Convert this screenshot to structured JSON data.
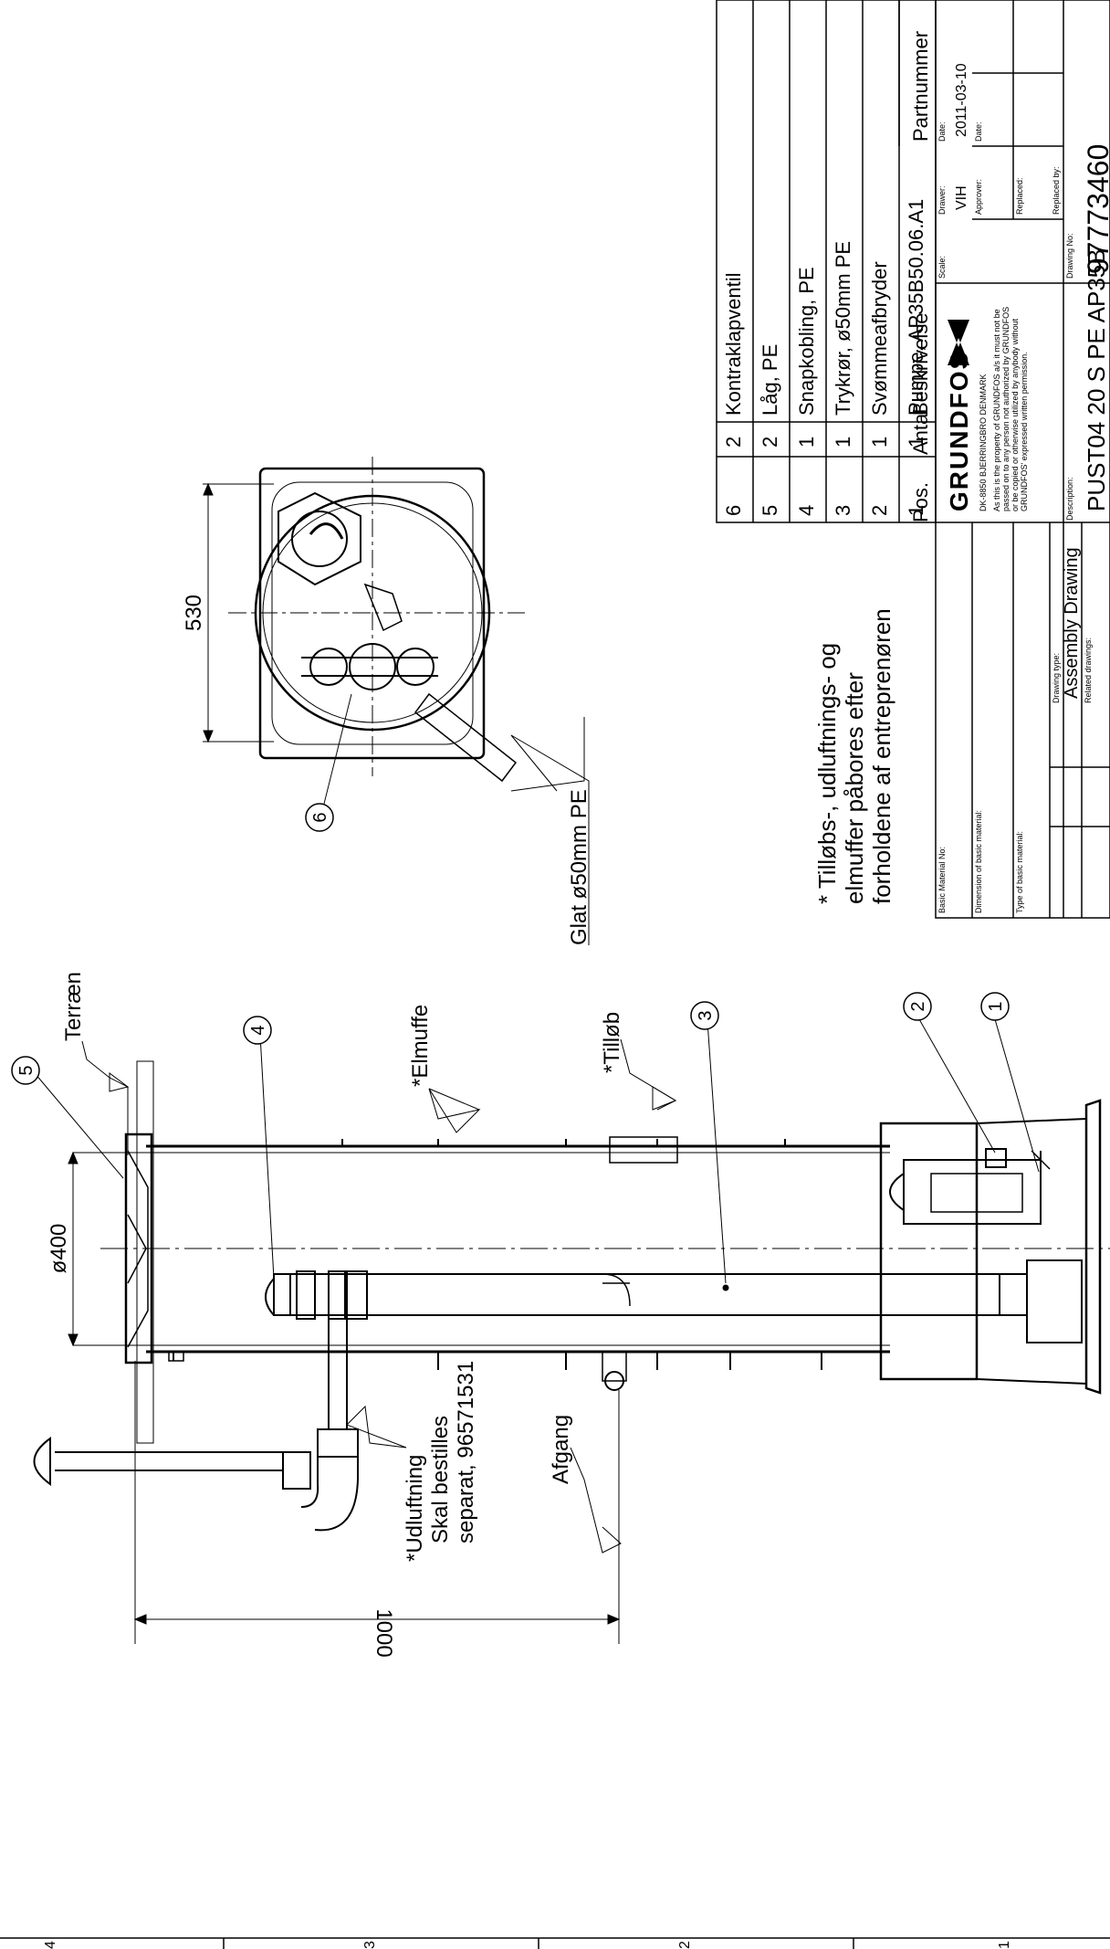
{
  "drawing": {
    "callouts": {
      "c1": "1",
      "c2": "2",
      "c3": "3",
      "c4": "4",
      "c5": "5",
      "c6": "6"
    },
    "labels": {
      "terraen": "Terræn",
      "elmuffe": "*Elmuffe",
      "tillob": "*Tilløb",
      "afgang": "Afgang",
      "udluftning_1": "*Udluftning",
      "udluftning_2": "Skal bestilles",
      "udluftning_3": "separat, 96571531",
      "glat": "Glat ø50mm PE"
    },
    "dimensions": {
      "d400": "ø400",
      "d1000": "1000",
      "d530": "530"
    },
    "note": {
      "line1": "* Tilløbs-, udluftnings- og",
      "line2": "elmuffer påbores efter",
      "line3": "forholdene af entreprenøren"
    },
    "zone_markers": [
      "4",
      "3",
      "2",
      "1"
    ]
  },
  "parts_list": {
    "header": {
      "pos": "Pos.",
      "antal": "Antal",
      "beskrivelse": "Beskrivelse",
      "partnummer": "Partnummer"
    },
    "rows": [
      {
        "pos": "6",
        "antal": "2",
        "beskrivelse": "Kontraklapventil"
      },
      {
        "pos": "5",
        "antal": "2",
        "beskrivelse": "Låg, PE"
      },
      {
        "pos": "4",
        "antal": "1",
        "beskrivelse": "Snapkobling, PE"
      },
      {
        "pos": "3",
        "antal": "1",
        "beskrivelse": "Trykrør, ø50mm PE"
      },
      {
        "pos": "2",
        "antal": "1",
        "beskrivelse": "Svømmeafbryder"
      },
      {
        "pos": "1",
        "antal": "1",
        "beskrivelse": "Pumpe, AP35B50.06.A1"
      }
    ]
  },
  "title_block": {
    "basic_material_no": "Basic Material No:",
    "dimension_basic_material": "Dimension of basic material:",
    "type_basic_material": "Type of basic material:",
    "drawing_type_label": "Drawing type:",
    "drawing_type": "Assembly Drawing",
    "related_drawings": "Related drawings:",
    "company": "GRUNDFOS",
    "address": "DK-8850 BJERRINGBRO DENMARK",
    "legal_1": "As this is the property of GRUNDFOS a/s it must not be",
    "legal_2": "passed on to any person not authorized by GRUNDFOS",
    "legal_3": "or be copied or otherwise utilized by anybody without",
    "legal_4": "GRUNDFOS' expressed written permission.",
    "description_label": "Description:",
    "description": "PUST04 20 S PE AP35B",
    "scale_label": "Scale:",
    "drawer_label": "Drawer:",
    "drawer": "VIH",
    "date_label": "Date:",
    "date": "2011-03-10",
    "approver_label": "Approver:",
    "date2_label": "Date:",
    "replaced_label": "Replaced:",
    "replaced_by_label": "Replaced by:",
    "drawing_no_label": "Drawing No:",
    "drawing_no": "97773460"
  }
}
